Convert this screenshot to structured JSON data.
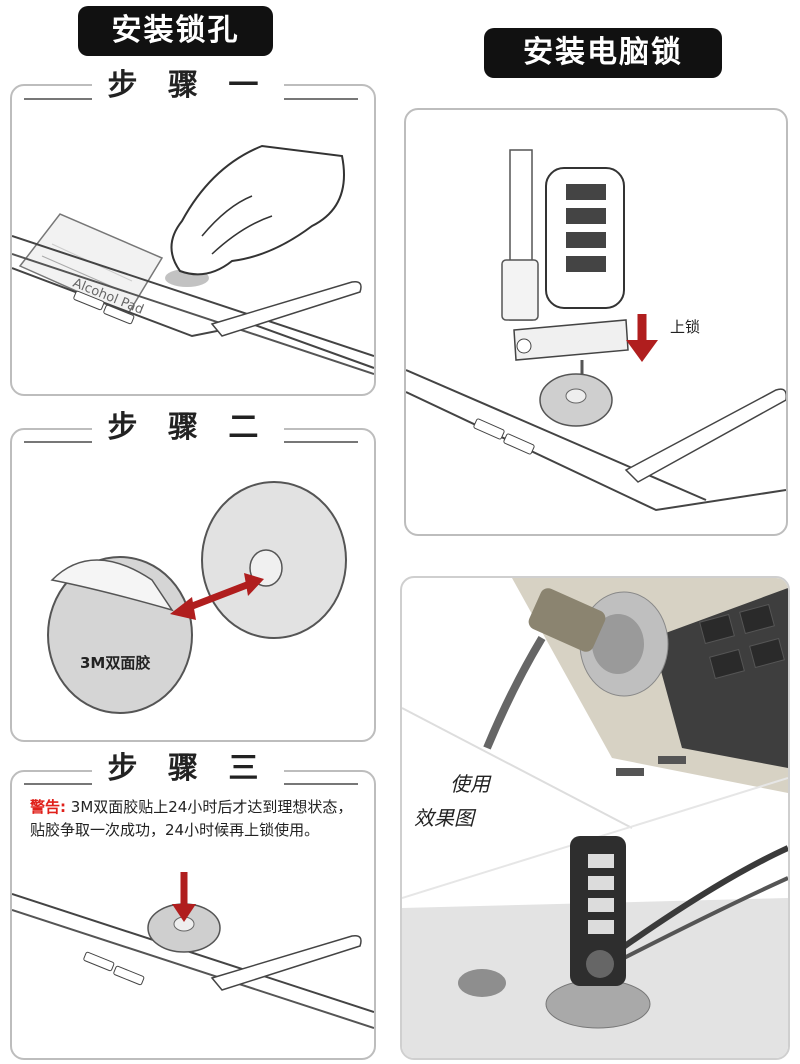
{
  "left_header": "安装锁孔",
  "right_header": "安装电脑锁",
  "steps": [
    {
      "label": "步 骤 一"
    },
    {
      "label": "步 骤 二",
      "adhesive_label": "3M双面胶"
    },
    {
      "label": "步 骤 三",
      "warning_prefix": "警告:",
      "warning_text": "3M双面胶贴上24小时后才达到理想状态，贴胶争取一次成功，24小时候再上锁使用。"
    }
  ],
  "lock_panel": {
    "arrow_label": "上锁"
  },
  "photo_panel": {
    "caption_line1": "使用",
    "caption_line2": "效果图"
  },
  "colors": {
    "warning": "#e0201a",
    "arrow": "#b01e1e",
    "pill_bg": "#111111"
  }
}
